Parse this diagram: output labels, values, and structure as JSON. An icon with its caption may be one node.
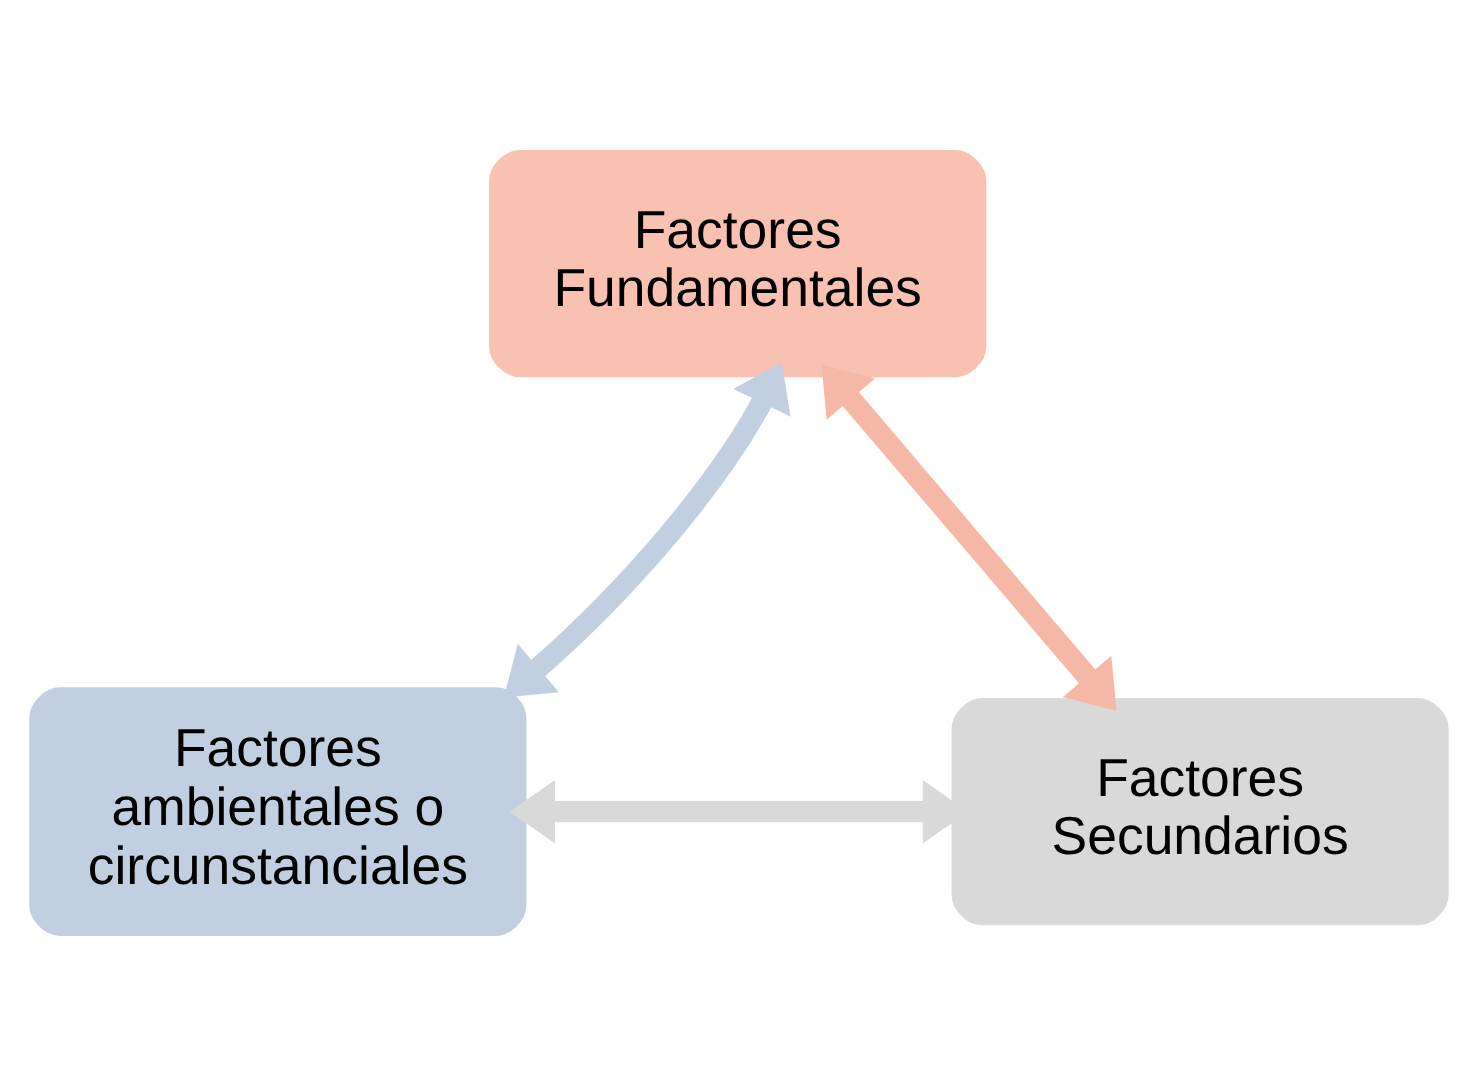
{
  "diagram": {
    "nodes": [
      {
        "text": [
          "Factores Fundamentales"
        ]
      },
      {
        "text": [
          "Factores ambientales o circunstanciales"
        ]
      },
      {
        "text": [
          "Factores Secundarios"
        ]
      }
    ],
    "edges": [
      {
        "from": 1,
        "to": 0,
        "arrow": "both",
        "color": "#c2cfe0"
      },
      {
        "from": 0,
        "to": 2,
        "arrow": "both",
        "color": "#f6b8a6"
      },
      {
        "from": 1,
        "to": 2,
        "arrow": "both",
        "color": "#d9d9d9"
      }
    ]
  }
}
